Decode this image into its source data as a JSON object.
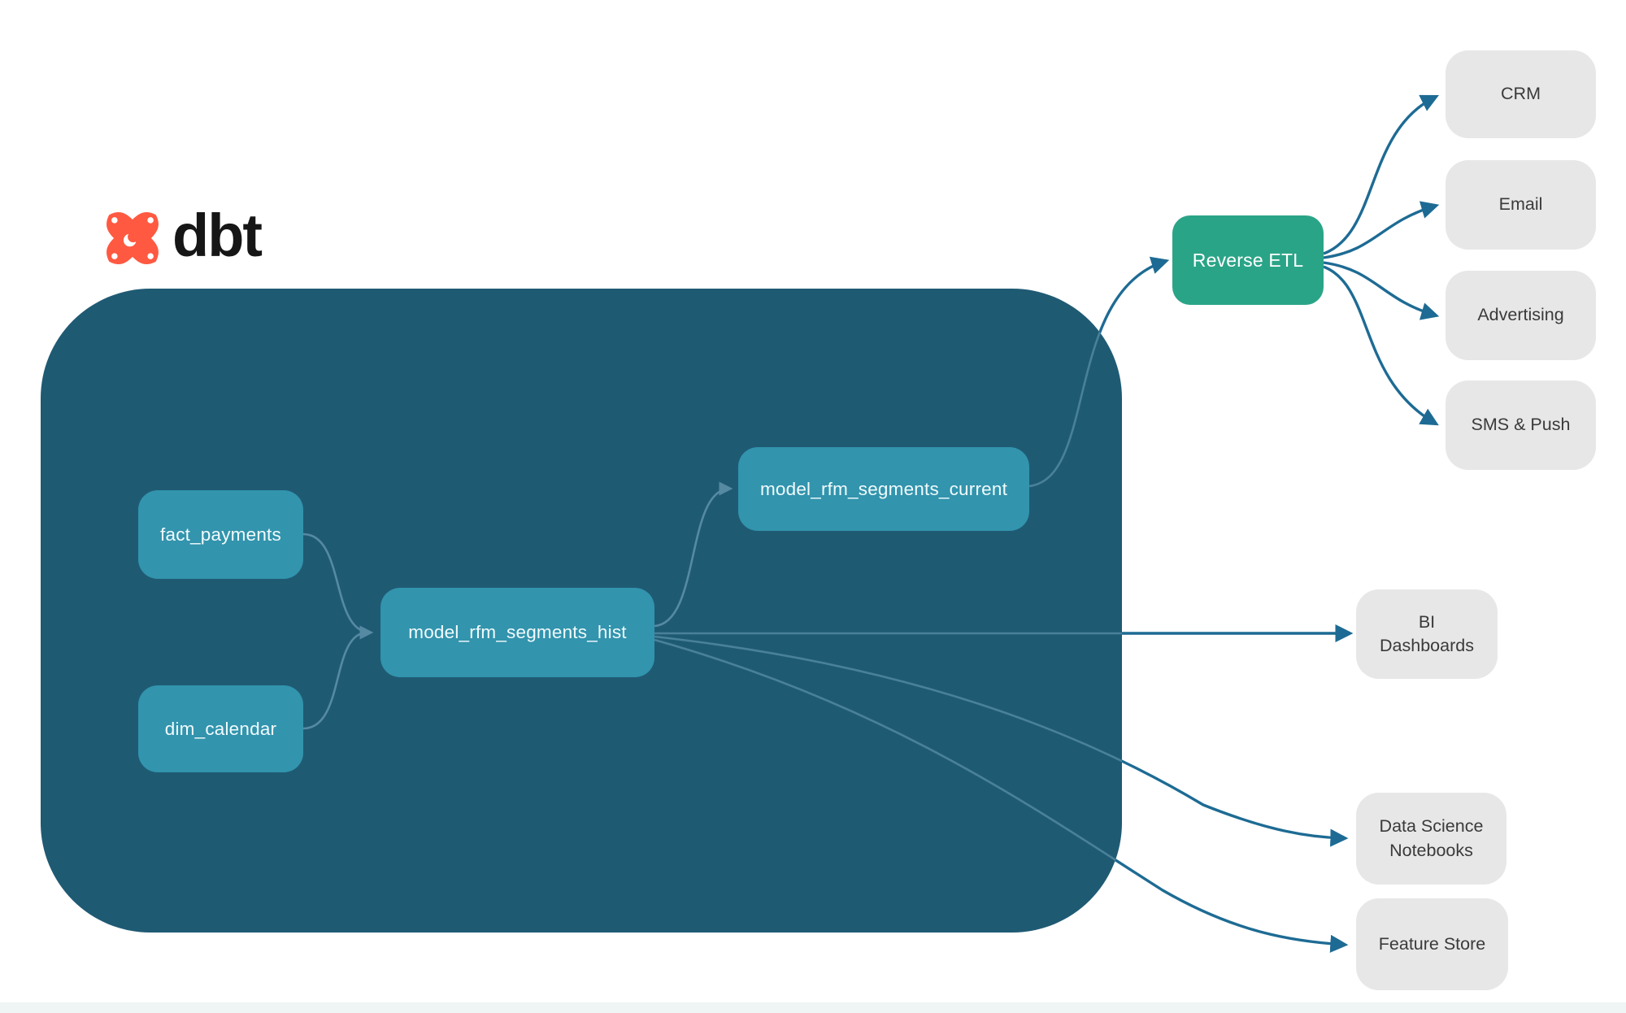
{
  "brand": {
    "name": "dbt"
  },
  "colors": {
    "warehouse_bg": "#1F5A73",
    "model_node": "#3294AD",
    "reverse_etl_node": "#2AA487",
    "destination_node": "#E7E7E7",
    "edge_outside": "#1D6B94",
    "edge_inside": "#4E8099",
    "dbt_orange": "#FF5941"
  },
  "icons": {
    "dbt_logo": "dbt-supernova-mark"
  },
  "pipeline": {
    "sources": [
      {
        "label": "fact_payments"
      },
      {
        "label": "dim_calendar"
      }
    ],
    "models": [
      {
        "label": "model_rfm_segments_hist"
      },
      {
        "label": "model_rfm_segments_current"
      }
    ],
    "reverse_etl": {
      "label": "Reverse ETL"
    },
    "activation_destinations": [
      {
        "label": "CRM"
      },
      {
        "label": "Email"
      },
      {
        "label": "Advertising"
      },
      {
        "label": "SMS & Push"
      }
    ],
    "analytics_destinations": [
      {
        "label": "BI Dashboards"
      },
      {
        "label": "Data Science Notebooks"
      },
      {
        "label": "Feature Store"
      }
    ]
  }
}
